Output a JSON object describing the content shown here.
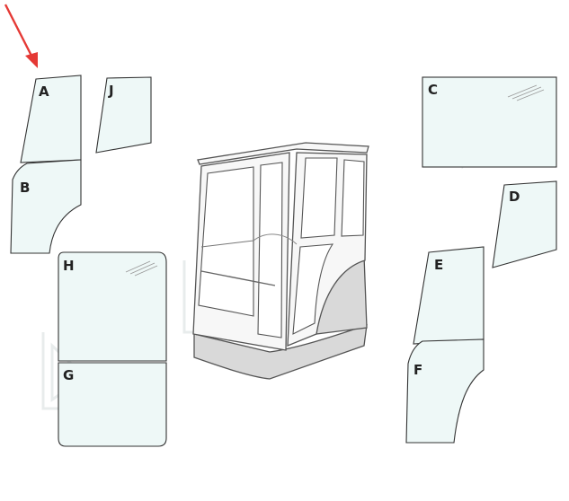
{
  "arrow_color": "#e53935",
  "panels": {
    "A": {
      "label": "A"
    },
    "B": {
      "label": "B"
    },
    "C": {
      "label": "C"
    },
    "D": {
      "label": "D"
    },
    "E": {
      "label": "E"
    },
    "F": {
      "label": "F"
    },
    "G": {
      "label": "G"
    },
    "H": {
      "label": "H"
    },
    "J": {
      "label": "J"
    }
  }
}
